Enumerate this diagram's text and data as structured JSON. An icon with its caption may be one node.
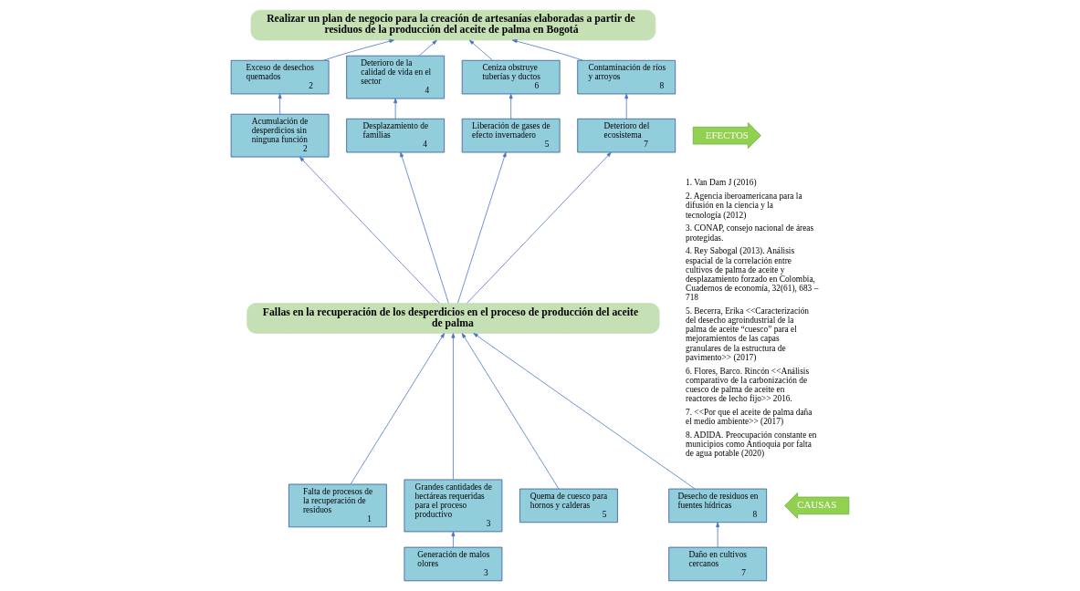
{
  "diagram": {
    "nodes": [
      {
        "text": [
          "Realizar un plan de negocio para la creación de artesanías elaboradas a partir de residuos de la producción del aceite de palma en Bogotá"
        ]
      },
      {
        "text": [
          "Exceso de desechos quemados",
          "2"
        ]
      },
      {
        "text": [
          "Deterioro de la calidad de vida en el sector",
          "4"
        ]
      },
      {
        "text": [
          "Ceniza obstruye tuberías y ductos",
          "6"
        ]
      },
      {
        "text": [
          "Contaminación de ríos y arroyos",
          "8"
        ]
      },
      {
        "text": [
          "Acumulación de desperdicios sin ninguna función",
          "2"
        ]
      },
      {
        "text": [
          "Desplazamiento de familias",
          "4"
        ]
      },
      {
        "text": [
          "Liberación de gases de efecto invernadero",
          "5"
        ]
      },
      {
        "text": [
          "Deterioro del ecosistema",
          "7"
        ]
      },
      {
        "text": [
          "Fallas en la recuperación de los desperdicios en el proceso de producción del aceite de palma"
        ]
      },
      {
        "text": [
          "Falta de procesos de la recuperación de residuos",
          "1"
        ]
      },
      {
        "text": [
          "Grandes cantidades de hectáreas requeridas para el proceso productivo",
          "3"
        ]
      },
      {
        "text": [
          "Quema de cuesco para hornos y calderas",
          "5"
        ]
      },
      {
        "text": [
          "Desecho de residuos en fuentes hídricas",
          "8"
        ]
      },
      {
        "text": [
          "Generación de malos olores",
          "3"
        ]
      },
      {
        "text": [
          "Daño en cultivos cercanos",
          "7"
        ]
      },
      {
        "text": [
          "EFECTOS"
        ]
      },
      {
        "text": [
          "CAUSAS"
        ]
      }
    ],
    "edges": [
      {
        "from": 1,
        "to": 0,
        "arrow": "to"
      },
      {
        "from": 2,
        "to": 0,
        "arrow": "to"
      },
      {
        "from": 3,
        "to": 0,
        "arrow": "to"
      },
      {
        "from": 4,
        "to": 0,
        "arrow": "to"
      },
      {
        "from": 5,
        "to": 1,
        "arrow": "to"
      },
      {
        "from": 6,
        "to": 2,
        "arrow": "to"
      },
      {
        "from": 7,
        "to": 3,
        "arrow": "to"
      },
      {
        "from": 8,
        "to": 4,
        "arrow": "to"
      },
      {
        "from": 9,
        "to": 5,
        "arrow": "to"
      },
      {
        "from": 9,
        "to": 6,
        "arrow": "to"
      },
      {
        "from": 9,
        "to": 7,
        "arrow": "to"
      },
      {
        "from": 9,
        "to": 8,
        "arrow": "to"
      },
      {
        "from": 10,
        "to": 9,
        "arrow": "to"
      },
      {
        "from": 11,
        "to": 9,
        "arrow": "to"
      },
      {
        "from": 12,
        "to": 9,
        "arrow": "to"
      },
      {
        "from": 13,
        "to": 9,
        "arrow": "to"
      },
      {
        "from": 14,
        "to": 11,
        "arrow": "to"
      },
      {
        "from": 15,
        "to": 13,
        "arrow": "to"
      }
    ],
    "labels": [
      "1. Van Dam J (2016)",
      "2. Agencia iberoamericana para la difusión en la ciencia y la tecnología (2012)",
      "3. CONAP, consejo nacional de áreas protegidas.",
      "4. Rey Sabogal (2013). Análisis espacial de la correlación entre cultivos de palma de aceite y desplazamiento forzado en Colombia, Cuadernos de economía, 32(61), 683 – 718",
      "5. Becerra, Erika <<Caracterización del desecho agroindustrial de la palma de aceite “cuesco” para el mejoramientos de las capas granulares de la estructura de pavimento>> (2017)",
      "6. Flores, Barco. Rincón <<Análisis comparativo de la carbonización de cuesco de palma de aceite en reactores de lecho fijo>> 2016.",
      "7. <<Por que el aceite de palma daña el medio ambiente>> (2017)",
      "8. ADIDA. Preocupación constante en municipios como Antioquia por falta de agua potable (2020)"
    ]
  }
}
